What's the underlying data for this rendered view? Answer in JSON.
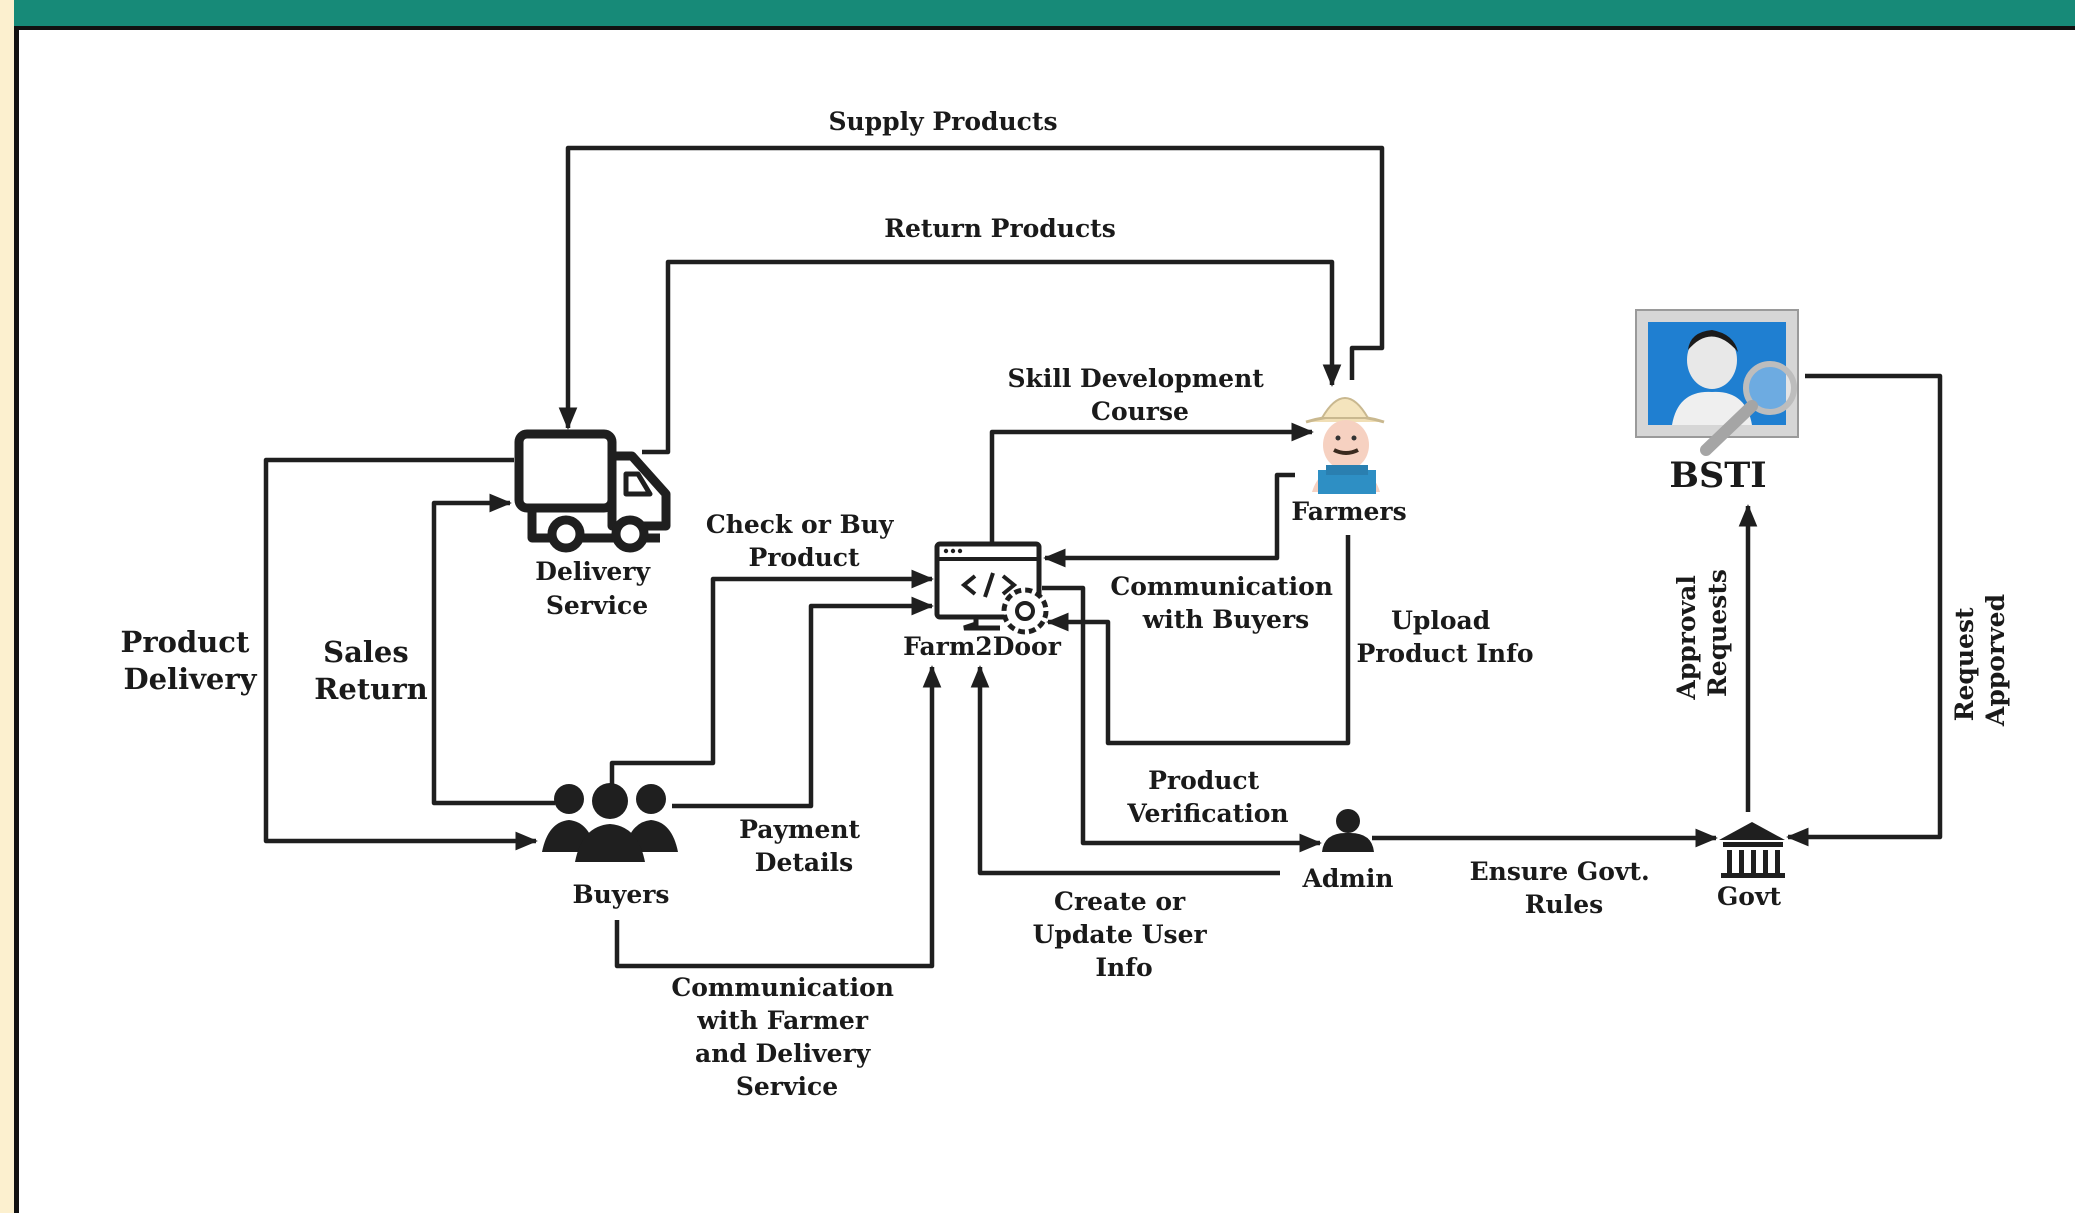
{
  "nodes": {
    "delivery_service": [
      "Delivery",
      "Service"
    ],
    "farm2door": "Farm2Door",
    "farmers": "Farmers",
    "bsti": "BSTI",
    "buyers": "Buyers",
    "admin": "Admin",
    "govt": "Govt"
  },
  "flows": {
    "supply_products": "Supply Products",
    "return_products": "Return Products",
    "skill_development": [
      "Skill Development",
      "Course"
    ],
    "check_or_buy": [
      "Check or Buy",
      "Product"
    ],
    "communication_with_buyers": [
      "Communication",
      "with Buyers"
    ],
    "upload_product_info": [
      "Upload",
      "Product Info"
    ],
    "product_delivery": [
      "Product",
      "Delivery"
    ],
    "sales_return": [
      "Sales",
      "Return"
    ],
    "payment_details": [
      "Payment",
      "Details"
    ],
    "product_verification": [
      "Product",
      "Verification"
    ],
    "create_update_user": [
      "Create or",
      "Update User",
      "Info"
    ],
    "ensure_govt_rules": [
      "Ensure Govt.",
      "Rules"
    ],
    "communication_with_farmer": [
      "Communication",
      "with Farmer",
      "and Delivery",
      "Service"
    ],
    "approval_requests": [
      "Approval",
      "Requests"
    ],
    "request_approved": [
      "Request",
      "Apporved"
    ]
  },
  "colors": {
    "header": "#178a78",
    "left_margin": "#fcf0cf",
    "line": "#1f1f1f",
    "farmer_shirt": "#2e8fc4",
    "bsti_blue": "#1f7fd1"
  },
  "icons": {
    "delivery_service": "truck-icon",
    "farm2door": "code-window-gear-icon",
    "farmers": "farmer-icon",
    "bsti": "user-search-icon",
    "buyers": "group-icon",
    "admin": "person-icon",
    "govt": "government-building-icon"
  }
}
